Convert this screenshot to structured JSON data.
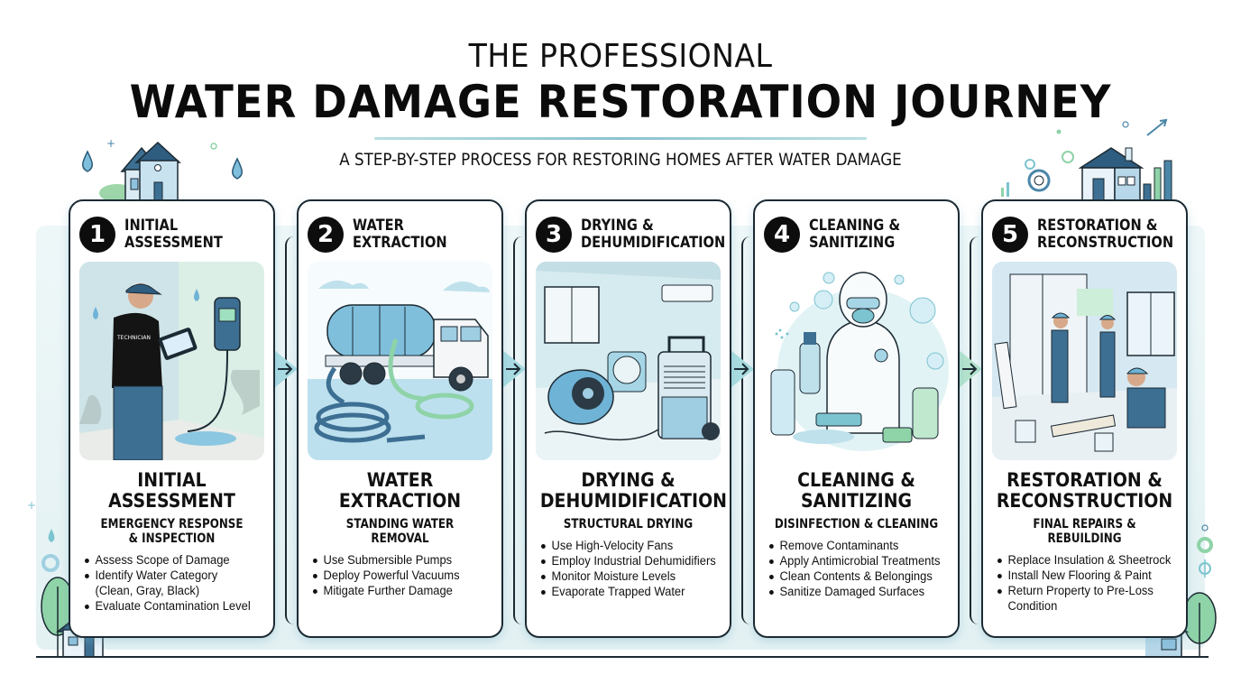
{
  "header": {
    "title_top": "THE PROFESSIONAL",
    "title_main": "WATER DAMAGE RESTORATION JOURNEY",
    "subtitle": "A STEP-BY-STEP PROCESS FOR RESTORING HOMES AFTER WATER DAMAGE"
  },
  "colors": {
    "ink": "#1c2a33",
    "accent_blue": "#4a86a8",
    "accent_teal": "#7cc4cf",
    "accent_green": "#8fd3a8",
    "band": "#e6f3f5"
  },
  "steps": [
    {
      "number": "1",
      "header_title_line1": "INITIAL",
      "header_title_line2": "ASSESSMENT",
      "illustration": "technician-moisture-meter-illustration",
      "title_line1": "INITIAL",
      "title_line2": "ASSESSMENT",
      "subtitle_line1": "EMERGENCY RESPONSE",
      "subtitle_line2": "& INSPECTION",
      "bullets": [
        "Assess Scope of Damage",
        "Identify Water Category",
        "(Clean, Gray, Black)",
        "Evaluate Contamination Level"
      ]
    },
    {
      "number": "2",
      "header_title_line1": "WATER",
      "header_title_line2": "EXTRACTION",
      "illustration": "extraction-truck-hose-illustration",
      "title_line1": "WATER",
      "title_line2": "EXTRACTION",
      "subtitle_line1": "STANDING WATER REMOVAL",
      "subtitle_line2": "",
      "bullets": [
        "Use Submersible Pumps",
        "Deploy Powerful Vacuums",
        "Mitigate Further Damage"
      ]
    },
    {
      "number": "3",
      "header_title_line1": "DRYING &",
      "header_title_line2": "DEHUMIDIFICATION",
      "illustration": "fans-dehumidifier-room-illustration",
      "title_line1": "DRYING &",
      "title_line2": "DEHUMIDIFICATION",
      "subtitle_line1": "STRUCTURAL DRYING",
      "subtitle_line2": "",
      "bullets": [
        "Use High-Velocity Fans",
        "Employ Industrial Dehumidifiers",
        "Monitor Moisture Levels",
        "Evaporate Trapped Water"
      ]
    },
    {
      "number": "4",
      "header_title_line1": "CLEANING &",
      "header_title_line2": "SANITIZING",
      "illustration": "hazmat-worker-cleaning-illustration",
      "title_line1": "CLEANING &",
      "title_line2": "SANITIZING",
      "subtitle_line1": "DISINFECTION & CLEANING",
      "subtitle_line2": "",
      "bullets": [
        "Remove Contaminants",
        "Apply Antimicrobial Treatments",
        "Clean Contents & Belongings",
        "Sanitize Damaged Surfaces"
      ]
    },
    {
      "number": "5",
      "header_title_line1": "RESTORATION &",
      "header_title_line2": "RECONSTRUCTION",
      "illustration": "workers-drywall-flooring-illustration",
      "title_line1": "RESTORATION &",
      "title_line2": "RECONSTRUCTION",
      "subtitle_line1": "FINAL REPAIRS & REBUILDING",
      "subtitle_line2": "",
      "bullets": [
        "Replace Insulation & Sheetrock",
        "Install New Flooring & Paint",
        "Return Property to Pre-Loss",
        "Condition"
      ]
    }
  ]
}
